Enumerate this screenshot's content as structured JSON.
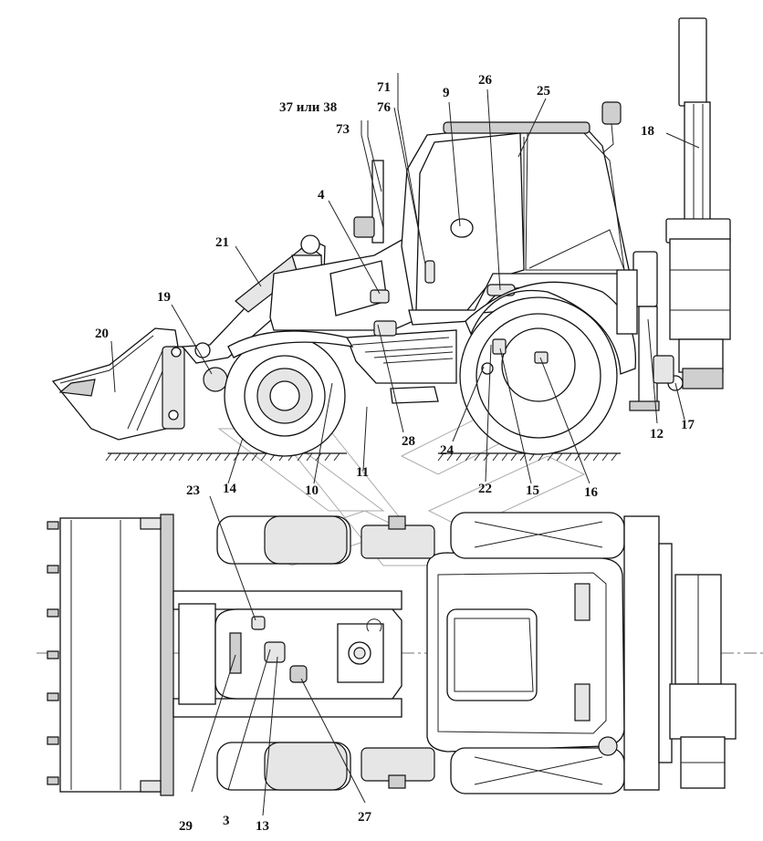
{
  "diagram": {
    "callouts_side": [
      "37 или 38",
      "73",
      "71",
      "76",
      "9",
      "26",
      "25",
      "18",
      "4",
      "21",
      "19",
      "20",
      "28",
      "24",
      "22",
      "15",
      "16",
      "12",
      "17",
      "14",
      "10",
      "11"
    ],
    "callouts_top": [
      "23",
      "29",
      "3",
      "13",
      "27"
    ]
  }
}
